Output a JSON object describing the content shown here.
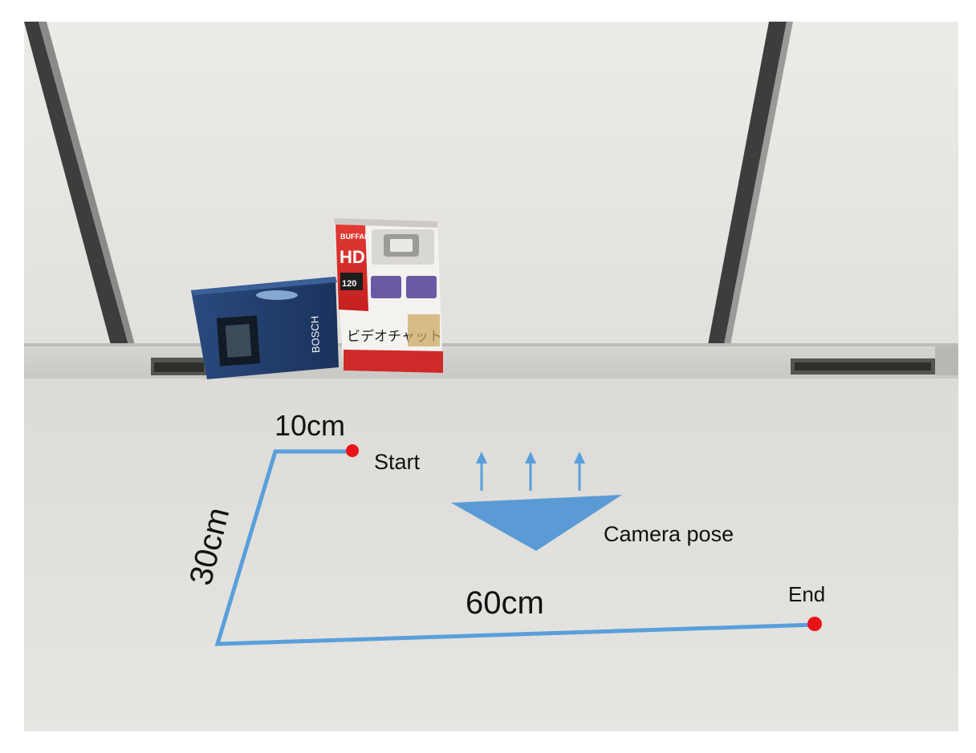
{
  "annotations": {
    "start_label": "Start",
    "end_label": "End",
    "camera_label": "Camera pose",
    "dim_top": "10cm",
    "dim_left": "30cm",
    "dim_bottom": "60cm"
  },
  "packages": {
    "blue_box_brand": "BOSCH",
    "red_box_brand": "BUFFALO",
    "red_box_hd": "HD",
    "red_box_fps": "120",
    "red_box_jp_text": "ビデオチャット"
  },
  "colors": {
    "path_blue": "#5a9fdc",
    "marker_red": "#e8141a",
    "camera_blue": "#5b9bd5",
    "wall": "#e9e7e3",
    "floor": "#e3e2de",
    "blue_box": "#1f3b6b",
    "red_box": "#d3282a"
  }
}
